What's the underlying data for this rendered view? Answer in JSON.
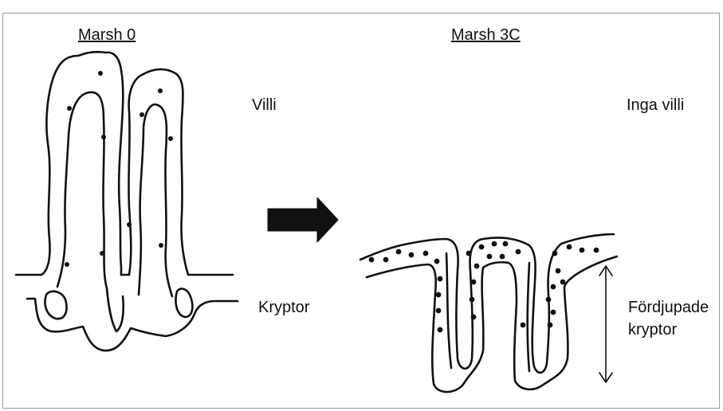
{
  "panels": {
    "left": {
      "title": "Marsh 0",
      "label_top": "Villi",
      "label_bottom": "Kryptor"
    },
    "right": {
      "title": "Marsh 3C",
      "label_top": "Inga villi",
      "label_bottom_line1": "Fördjupade",
      "label_bottom_line2": "kryptor"
    }
  },
  "colors": {
    "ink": "#111111",
    "frame": "#9a9a9a",
    "background": "#ffffff"
  },
  "icons": {
    "transition_arrow": "right-arrow-icon",
    "depth_arrow": "double-headed-vertical-arrow-icon"
  }
}
